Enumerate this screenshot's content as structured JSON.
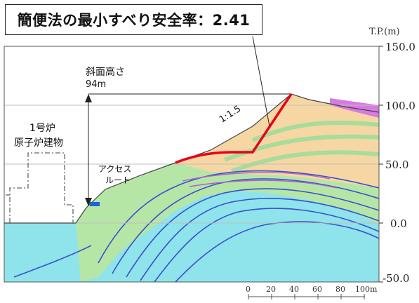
{
  "title_box": {
    "text": "簡便法の最小すべり安全率：2.41"
  },
  "axis": {
    "unit_label": "T.P.(m)",
    "ticks": [
      "150.0",
      "100.0",
      "50.0",
      "0.0",
      "-50.0"
    ]
  },
  "annotations": {
    "slope_height_label": "斜面高さ",
    "slope_height_value": "94m",
    "building_line1": "1号炉",
    "building_line2": "原子炉建物",
    "access_line1": "アクセス",
    "access_line2": "ルート",
    "gradient": "1:1.5"
  },
  "scale_bar": {
    "labels": [
      "0",
      "20",
      "40",
      "60",
      "80",
      "100m"
    ]
  },
  "colors": {
    "slip_surface": "#e8001c",
    "sky": "#ffffff",
    "upper_rock": "#f6d7a3",
    "green_rock": "#b5e6a6",
    "cyan_rock": "#8fe3ea",
    "purple_band": "#d77be0",
    "blue_line": "#3a4fd0",
    "access_route": "#1a64d8"
  }
}
